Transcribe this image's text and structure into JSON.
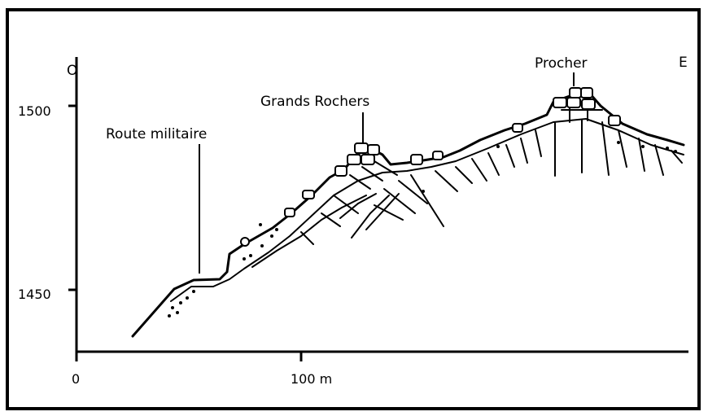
{
  "orientation": {
    "west": "O",
    "east": "E"
  },
  "y_axis": {
    "ticks": [
      "1500",
      "1450"
    ]
  },
  "x_axis": {
    "ticks": [
      "0",
      "100 m"
    ]
  },
  "annotations": {
    "route": "Route militaire",
    "grands_rochers": "Grands Rochers",
    "procher": "Procher"
  },
  "colors": {
    "ink": "#000000",
    "paper": "#ffffff"
  }
}
